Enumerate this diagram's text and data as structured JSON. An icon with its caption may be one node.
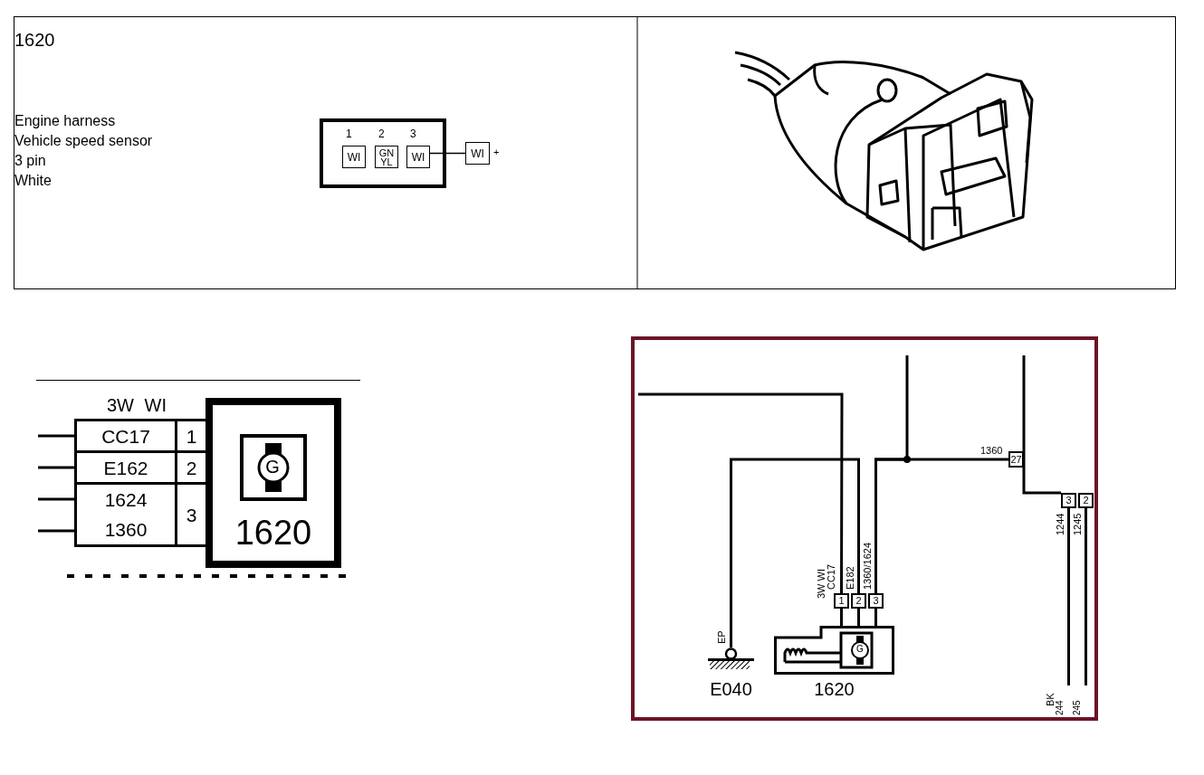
{
  "diagram": {
    "nodes": [
      {
        "text": [],
        "shape": "box"
      },
      {
        "text": [
          "WI"
        ],
        "in": 0,
        "beside": [
          "1"
        ]
      },
      {
        "text": [
          "GN YL"
        ],
        "in": 0,
        "beside": [
          "2"
        ]
      },
      {
        "text": [
          "WI"
        ],
        "in": 0,
        "beside": [
          "3"
        ]
      },
      {
        "text": [
          "WI"
        ],
        "beside": [
          "+"
        ]
      },
      {
        "text": [
          "1620"
        ]
      },
      {
        "text": [
          "CC17"
        ]
      },
      {
        "text": [
          "E162"
        ]
      },
      {
        "text": [
          "1624",
          "1360"
        ]
      },
      {
        "text": [
          "1"
        ]
      },
      {
        "text": [
          "2"
        ]
      },
      {
        "text": [
          "3"
        ]
      },
      {
        "text": [
          "1620"
        ]
      },
      {
        "text": [
          "E040"
        ],
        "beside": [
          "EP"
        ]
      },
      {
        "text": [
          "27"
        ],
        "beside": [
          "1360"
        ]
      },
      {
        "text": [
          "3"
        ]
      },
      {
        "text": [
          "2"
        ]
      }
    ],
    "edges": [
      {
        "from": 3,
        "to": 4,
        "arrow": "none"
      },
      {
        "from": null,
        "to": 9,
        "arrow": "none"
      },
      {
        "from": 10,
        "to": 13,
        "arrow": "none"
      },
      {
        "from": 11,
        "to": 14,
        "arrow": "none"
      },
      {
        "from": 11,
        "to": null,
        "arrow": "none"
      },
      {
        "from": 9,
        "to": 12,
        "arrow": "none"
      },
      {
        "from": 10,
        "to": 12,
        "arrow": "none"
      },
      {
        "from": 11,
        "to": 12,
        "arrow": "none"
      },
      {
        "from": 15,
        "to": null,
        "arrow": "none"
      },
      {
        "from": 16,
        "to": null,
        "arrow": "none"
      },
      {
        "from": null,
        "to": 6,
        "arrow": "none"
      },
      {
        "from": null,
        "to": 7,
        "arrow": "none"
      },
      {
        "from": null,
        "to": 8,
        "arrow": "none"
      },
      {
        "from": null,
        "to": 8,
        "arrow": "none"
      }
    ],
    "labels": [
      "1620",
      "Engine harness",
      "Vehicle speed sensor",
      "3 pin",
      "White",
      "3W WI",
      "1",
      "2",
      "3",
      "G",
      "3W WI",
      "CC17",
      "E182",
      "1360/1624",
      "G",
      "1244",
      "1245",
      "BK",
      "244",
      "245"
    ]
  }
}
